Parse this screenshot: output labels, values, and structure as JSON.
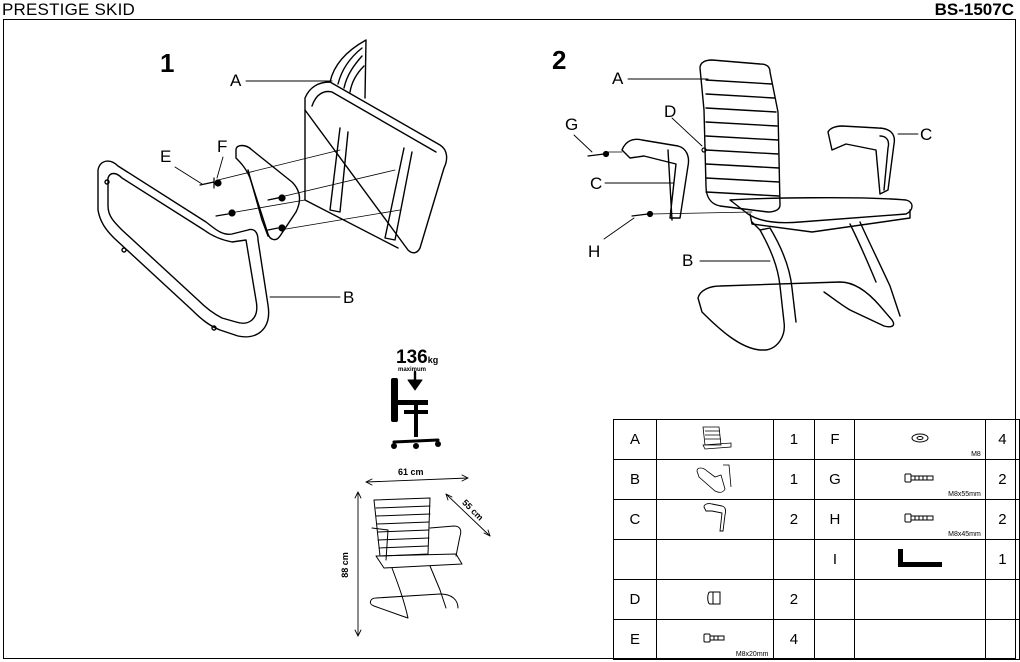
{
  "header": {
    "product_name": "PRESTIGE SKID",
    "model_code": "BS-1507C"
  },
  "steps": [
    {
      "number": "1",
      "labels": [
        "A",
        "E",
        "F",
        "B"
      ]
    },
    {
      "number": "2",
      "labels": [
        "A",
        "D",
        "G",
        "C",
        "C",
        "H",
        "B"
      ]
    }
  ],
  "capacity": {
    "weight": "136",
    "unit": "kg",
    "note": "maximum"
  },
  "dimensions": {
    "width": "61 cm",
    "depth": "55 cm",
    "height": "88 cm"
  },
  "parts": [
    {
      "left": {
        "letter": "A",
        "icon": "backrest-seat-icon",
        "spec": "",
        "qty": "1"
      },
      "right": {
        "letter": "F",
        "icon": "washer-icon",
        "spec": "M8",
        "qty": "4"
      }
    },
    {
      "left": {
        "letter": "B",
        "icon": "sled-base-icon",
        "spec": "",
        "qty": "1"
      },
      "right": {
        "letter": "G",
        "icon": "bolt-icon",
        "spec": "M8x55mm",
        "qty": "2"
      }
    },
    {
      "left": {
        "letter": "C",
        "icon": "armrest-icon",
        "spec": "",
        "qty": "2"
      },
      "right": {
        "letter": "H",
        "icon": "bolt-icon",
        "spec": "M8x45mm",
        "qty": "2"
      }
    },
    {
      "left": {
        "letter": "",
        "icon": "",
        "spec": "",
        "qty": ""
      },
      "right": {
        "letter": "I",
        "icon": "allen-key-icon",
        "spec": "",
        "qty": "1"
      }
    },
    {
      "left": {
        "letter": "D",
        "icon": "cap-icon",
        "spec": "",
        "qty": "2"
      },
      "right": {
        "letter": "",
        "icon": "",
        "spec": "",
        "qty": ""
      }
    },
    {
      "left": {
        "letter": "E",
        "icon": "bolt-icon",
        "spec": "M8x20mm",
        "qty": "4"
      },
      "right": {
        "letter": "",
        "icon": "",
        "spec": "",
        "qty": ""
      }
    }
  ]
}
